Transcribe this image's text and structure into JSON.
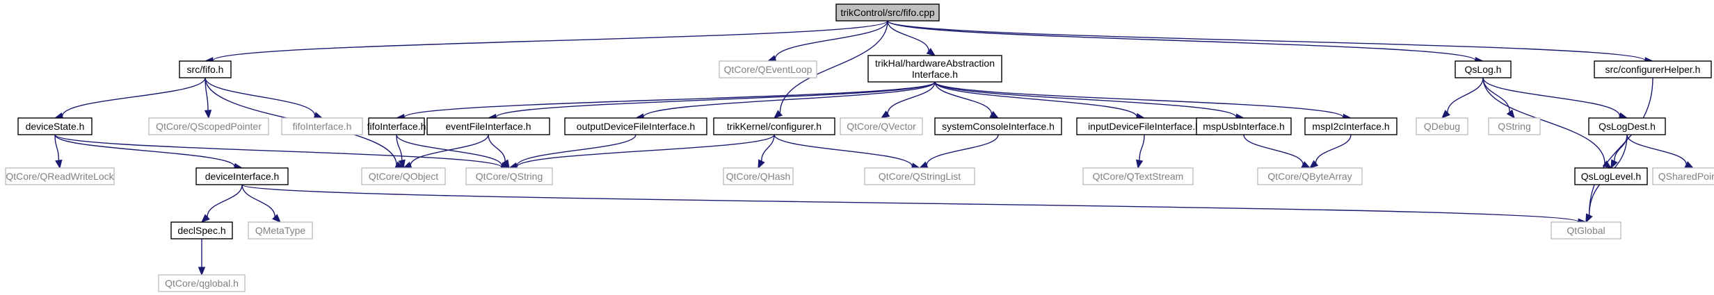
{
  "colors": {
    "edge": "#191970",
    "root_fill": "#bfbfbf",
    "internal_border": "#000000",
    "external_border": "#bfbfbf",
    "internal_text": "#000000",
    "external_text": "#808080"
  },
  "diagram": {
    "nodes": [
      {
        "id": "fifo_cpp",
        "label": [
          "trikControl/src/fifo.cpp"
        ],
        "kind": "root"
      },
      {
        "id": "fifo_h",
        "label": [
          "src/fifo.h"
        ],
        "kind": "internal"
      },
      {
        "id": "qeventloop",
        "label": [
          "QtCore/QEventLoop"
        ],
        "kind": "external"
      },
      {
        "id": "hal",
        "label": [
          "trikHal/hardwareAbstraction",
          "Interface.h"
        ],
        "kind": "internal"
      },
      {
        "id": "qslog_h",
        "label": [
          "QsLog.h"
        ],
        "kind": "internal"
      },
      {
        "id": "confhelper",
        "label": [
          "src/configurerHelper.h"
        ],
        "kind": "internal"
      },
      {
        "id": "devstate",
        "label": [
          "deviceState.h"
        ],
        "kind": "internal"
      },
      {
        "id": "qscopedptr",
        "label": [
          "QtCore/QScopedPointer"
        ],
        "kind": "external"
      },
      {
        "id": "fifoiface_ext",
        "label": [
          "fifoInterface.h"
        ],
        "kind": "external"
      },
      {
        "id": "fifoiface",
        "label": [
          "fifoInterface.h"
        ],
        "kind": "internal"
      },
      {
        "id": "eventfile",
        "label": [
          "eventFileInterface.h"
        ],
        "kind": "internal"
      },
      {
        "id": "outdevfile",
        "label": [
          "outputDeviceFileInterface.h"
        ],
        "kind": "internal"
      },
      {
        "id": "trikconf",
        "label": [
          "trikKernel/configurer.h"
        ],
        "kind": "internal"
      },
      {
        "id": "qvector",
        "label": [
          "QtCore/QVector"
        ],
        "kind": "external"
      },
      {
        "id": "sysconsole",
        "label": [
          "systemConsoleInterface.h"
        ],
        "kind": "internal"
      },
      {
        "id": "inputdev",
        "label": [
          "inputDeviceFileInterface.h"
        ],
        "kind": "internal"
      },
      {
        "id": "mspusb",
        "label": [
          "mspUsbInterface.h"
        ],
        "kind": "internal"
      },
      {
        "id": "mspi2c",
        "label": [
          "mspI2cInterface.h"
        ],
        "kind": "internal"
      },
      {
        "id": "qdebug",
        "label": [
          "QDebug"
        ],
        "kind": "external"
      },
      {
        "id": "qstring_bare",
        "label": [
          "QString"
        ],
        "kind": "external"
      },
      {
        "id": "qslogdest",
        "label": [
          "QsLogDest.h"
        ],
        "kind": "internal"
      },
      {
        "id": "qreadwritelock",
        "label": [
          "QtCore/QReadWriteLock"
        ],
        "kind": "external"
      },
      {
        "id": "deviface",
        "label": [
          "deviceInterface.h"
        ],
        "kind": "internal"
      },
      {
        "id": "qobject",
        "label": [
          "QtCore/QObject"
        ],
        "kind": "external"
      },
      {
        "id": "qstring",
        "label": [
          "QtCore/QString"
        ],
        "kind": "external"
      },
      {
        "id": "qhash",
        "label": [
          "QtCore/QHash"
        ],
        "kind": "external"
      },
      {
        "id": "qstringlist",
        "label": [
          "QtCore/QStringList"
        ],
        "kind": "external"
      },
      {
        "id": "qtextstream",
        "label": [
          "QtCore/QTextStream"
        ],
        "kind": "external"
      },
      {
        "id": "qbytearray",
        "label": [
          "QtCore/QByteArray"
        ],
        "kind": "external"
      },
      {
        "id": "qsloglevel",
        "label": [
          "QsLogLevel.h"
        ],
        "kind": "internal"
      },
      {
        "id": "qsharedptr",
        "label": [
          "QSharedPointer"
        ],
        "kind": "external"
      },
      {
        "id": "declspec",
        "label": [
          "declSpec.h"
        ],
        "kind": "internal"
      },
      {
        "id": "qmetatype",
        "label": [
          "QMetaType"
        ],
        "kind": "external"
      },
      {
        "id": "qtglobal",
        "label": [
          "QtGlobal"
        ],
        "kind": "external"
      },
      {
        "id": "qglobal_h",
        "label": [
          "QtCore/qglobal.h"
        ],
        "kind": "external"
      }
    ],
    "edges": [
      [
        "fifo_cpp",
        "fifo_h"
      ],
      [
        "fifo_cpp",
        "qeventloop"
      ],
      [
        "fifo_cpp",
        "hal"
      ],
      [
        "fifo_cpp",
        "qslog_h"
      ],
      [
        "fifo_cpp",
        "confhelper"
      ],
      [
        "fifo_cpp",
        "trikconf"
      ],
      [
        "fifo_h",
        "devstate"
      ],
      [
        "fifo_h",
        "qscopedptr"
      ],
      [
        "fifo_h",
        "fifoiface_ext"
      ],
      [
        "fifo_h",
        "qobject"
      ],
      [
        "hal",
        "fifoiface"
      ],
      [
        "hal",
        "eventfile"
      ],
      [
        "hal",
        "outdevfile"
      ],
      [
        "hal",
        "qvector"
      ],
      [
        "hal",
        "sysconsole"
      ],
      [
        "hal",
        "inputdev"
      ],
      [
        "hal",
        "mspusb"
      ],
      [
        "hal",
        "mspi2c"
      ],
      [
        "qslog_h",
        "qdebug"
      ],
      [
        "qslog_h",
        "qstring_bare"
      ],
      [
        "qslog_h",
        "qslogdest"
      ],
      [
        "qslog_h",
        "qsloglevel"
      ],
      [
        "confhelper",
        "qtglobal"
      ],
      [
        "devstate",
        "qreadwritelock"
      ],
      [
        "devstate",
        "deviface"
      ],
      [
        "devstate",
        "qstring"
      ],
      [
        "fifoiface",
        "qobject"
      ],
      [
        "fifoiface",
        "qstring"
      ],
      [
        "eventfile",
        "qobject"
      ],
      [
        "eventfile",
        "qstring"
      ],
      [
        "outdevfile",
        "qstring"
      ],
      [
        "trikconf",
        "qstring"
      ],
      [
        "trikconf",
        "qhash"
      ],
      [
        "trikconf",
        "qstringlist"
      ],
      [
        "sysconsole",
        "qstringlist"
      ],
      [
        "inputdev",
        "qtextstream"
      ],
      [
        "mspusb",
        "qbytearray"
      ],
      [
        "mspi2c",
        "qbytearray"
      ],
      [
        "qslogdest",
        "qsloglevel"
      ],
      [
        "qslogdest",
        "qsharedptr"
      ],
      [
        "qslogdest",
        "qtglobal"
      ],
      [
        "deviface",
        "declspec"
      ],
      [
        "deviface",
        "qmetatype"
      ],
      [
        "deviface",
        "qtglobal"
      ],
      [
        "declspec",
        "qglobal_h"
      ]
    ]
  }
}
